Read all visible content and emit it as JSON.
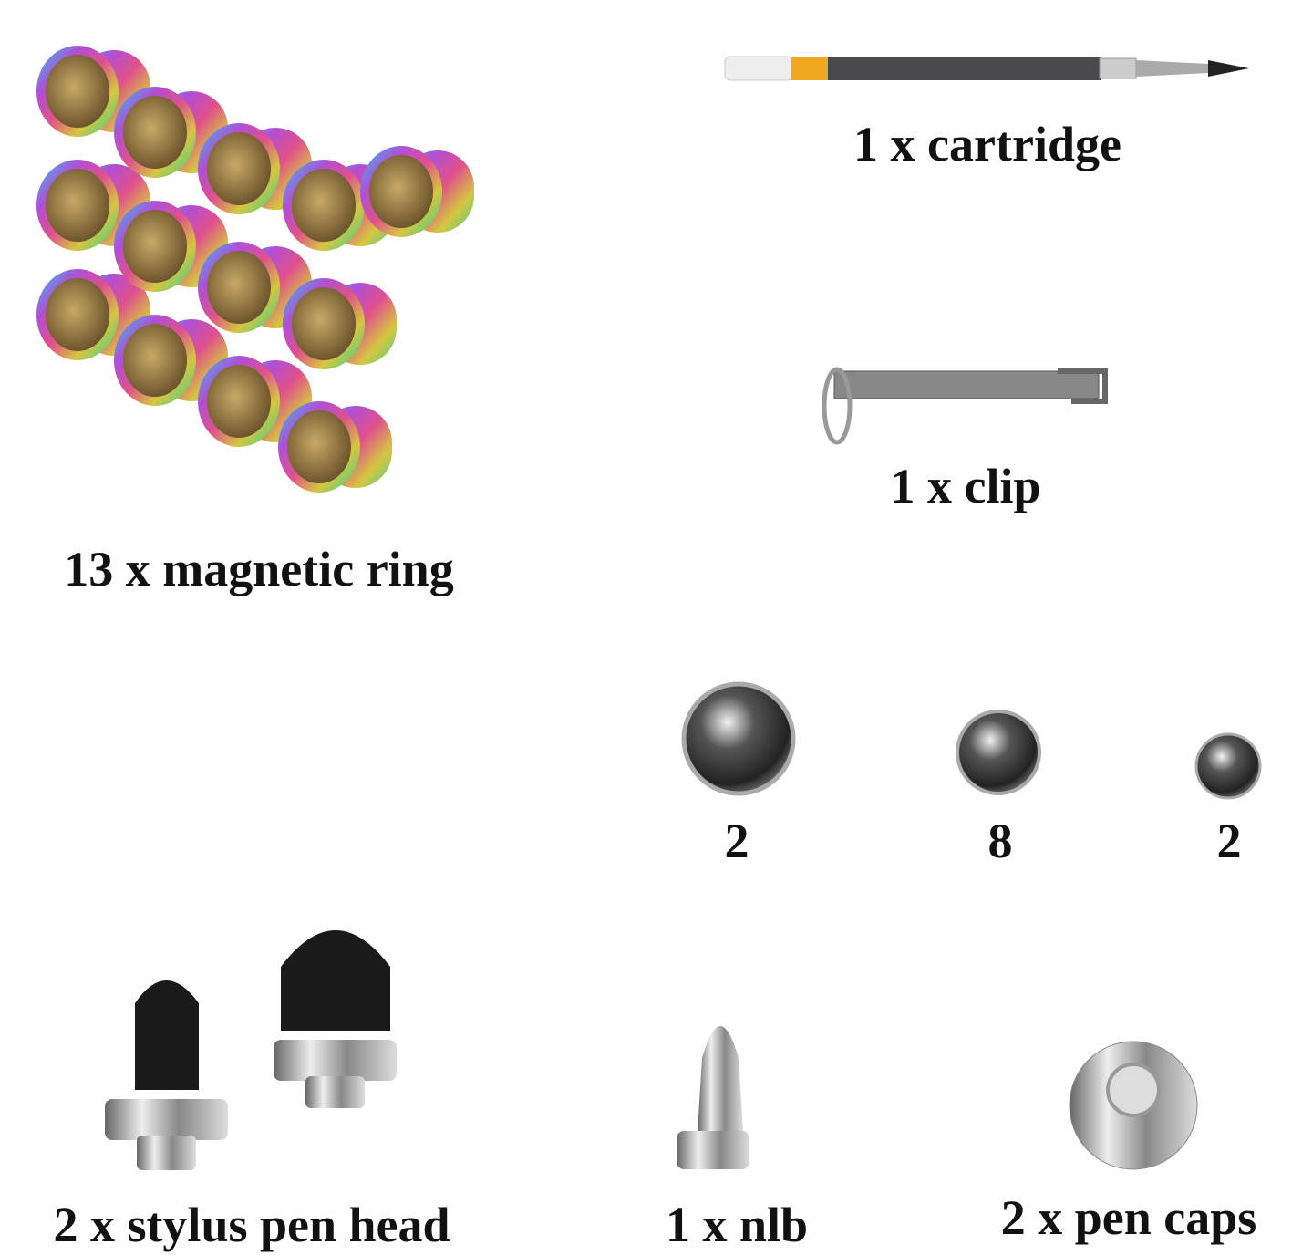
{
  "items": [
    {
      "id": "magnetic-ring",
      "label": "13 x magnetic ring",
      "count": 13
    },
    {
      "id": "cartridge",
      "label": "1 x cartridge",
      "count": 1
    },
    {
      "id": "clip",
      "label": "1 x clip",
      "count": 1
    },
    {
      "id": "ball-large",
      "label": "2",
      "count": 2
    },
    {
      "id": "ball-medium",
      "label": "8",
      "count": 8
    },
    {
      "id": "ball-small",
      "label": "2",
      "count": 2
    },
    {
      "id": "stylus-pen-head",
      "label": "2 x stylus pen head",
      "count": 2
    },
    {
      "id": "nib",
      "label": "1 x nlb",
      "count": 1
    },
    {
      "id": "pen-caps",
      "label": "2 x pen caps",
      "count": 2
    }
  ],
  "colors": {
    "background": "#ffffff",
    "text": "#111111"
  }
}
